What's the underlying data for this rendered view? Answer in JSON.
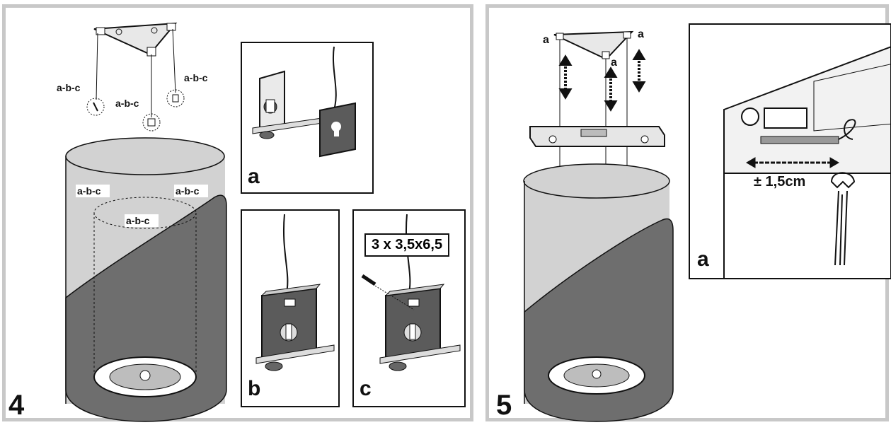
{
  "step4": {
    "number": "4",
    "labels": [
      "a-b-c",
      "a-b-c",
      "a-b-c",
      "a-b-c",
      "a-b-c",
      "a-b-c"
    ],
    "insets": [
      {
        "letter": "a"
      },
      {
        "letter": "b"
      },
      {
        "letter": "c",
        "screw_spec": "3 x 3,5x6,5"
      }
    ]
  },
  "step5": {
    "number": "5",
    "bracket_labels": [
      "a",
      "a",
      "a"
    ],
    "inset": {
      "letter": "a",
      "measurement": "± 1,5cm"
    }
  }
}
